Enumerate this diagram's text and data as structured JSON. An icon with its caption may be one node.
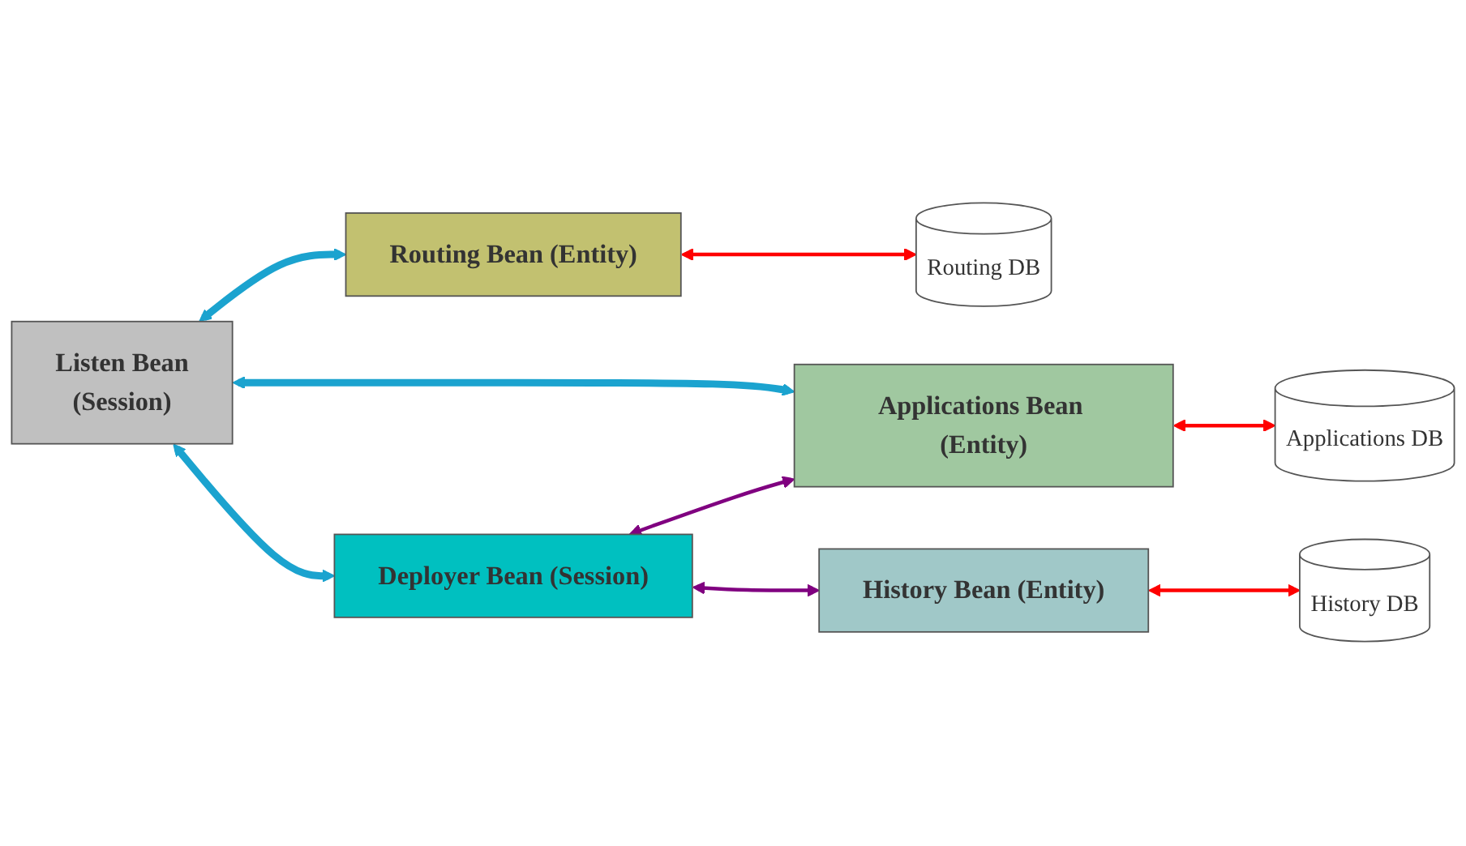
{
  "diagram": {
    "nodes": [
      {
        "text": [
          "Listen Bean",
          "(Session)"
        ]
      },
      {
        "text": [
          "Routing Bean (Entity)"
        ]
      },
      {
        "text": [
          "Routing DB"
        ]
      },
      {
        "text": [
          "Applications Bean (Entity)"
        ]
      },
      {
        "text": [
          "Applications DB"
        ]
      },
      {
        "text": [
          "Deployer Bean (Session)"
        ]
      },
      {
        "text": [
          "History Bean (Entity)"
        ]
      },
      {
        "text": [
          "History DB"
        ]
      }
    ],
    "edges": [
      {
        "from": 0,
        "to": 1,
        "arrow": "both",
        "style": "thick",
        "color": "#1ba3cf"
      },
      {
        "from": 1,
        "to": 2,
        "arrow": "both",
        "color": "#ff0000"
      },
      {
        "from": 0,
        "to": 3,
        "arrow": "both",
        "style": "thick",
        "color": "#1ba3cf"
      },
      {
        "from": 3,
        "to": 4,
        "arrow": "both",
        "color": "#ff0000"
      },
      {
        "from": 5,
        "to": 3,
        "arrow": "both",
        "color": "#800080"
      },
      {
        "from": 0,
        "to": 5,
        "arrow": "both",
        "style": "thick",
        "color": "#1ba3cf"
      },
      {
        "from": 5,
        "to": 6,
        "arrow": "both",
        "color": "#800080"
      },
      {
        "from": 6,
        "to": 7,
        "arrow": "both",
        "color": "#ff0000"
      }
    ]
  }
}
